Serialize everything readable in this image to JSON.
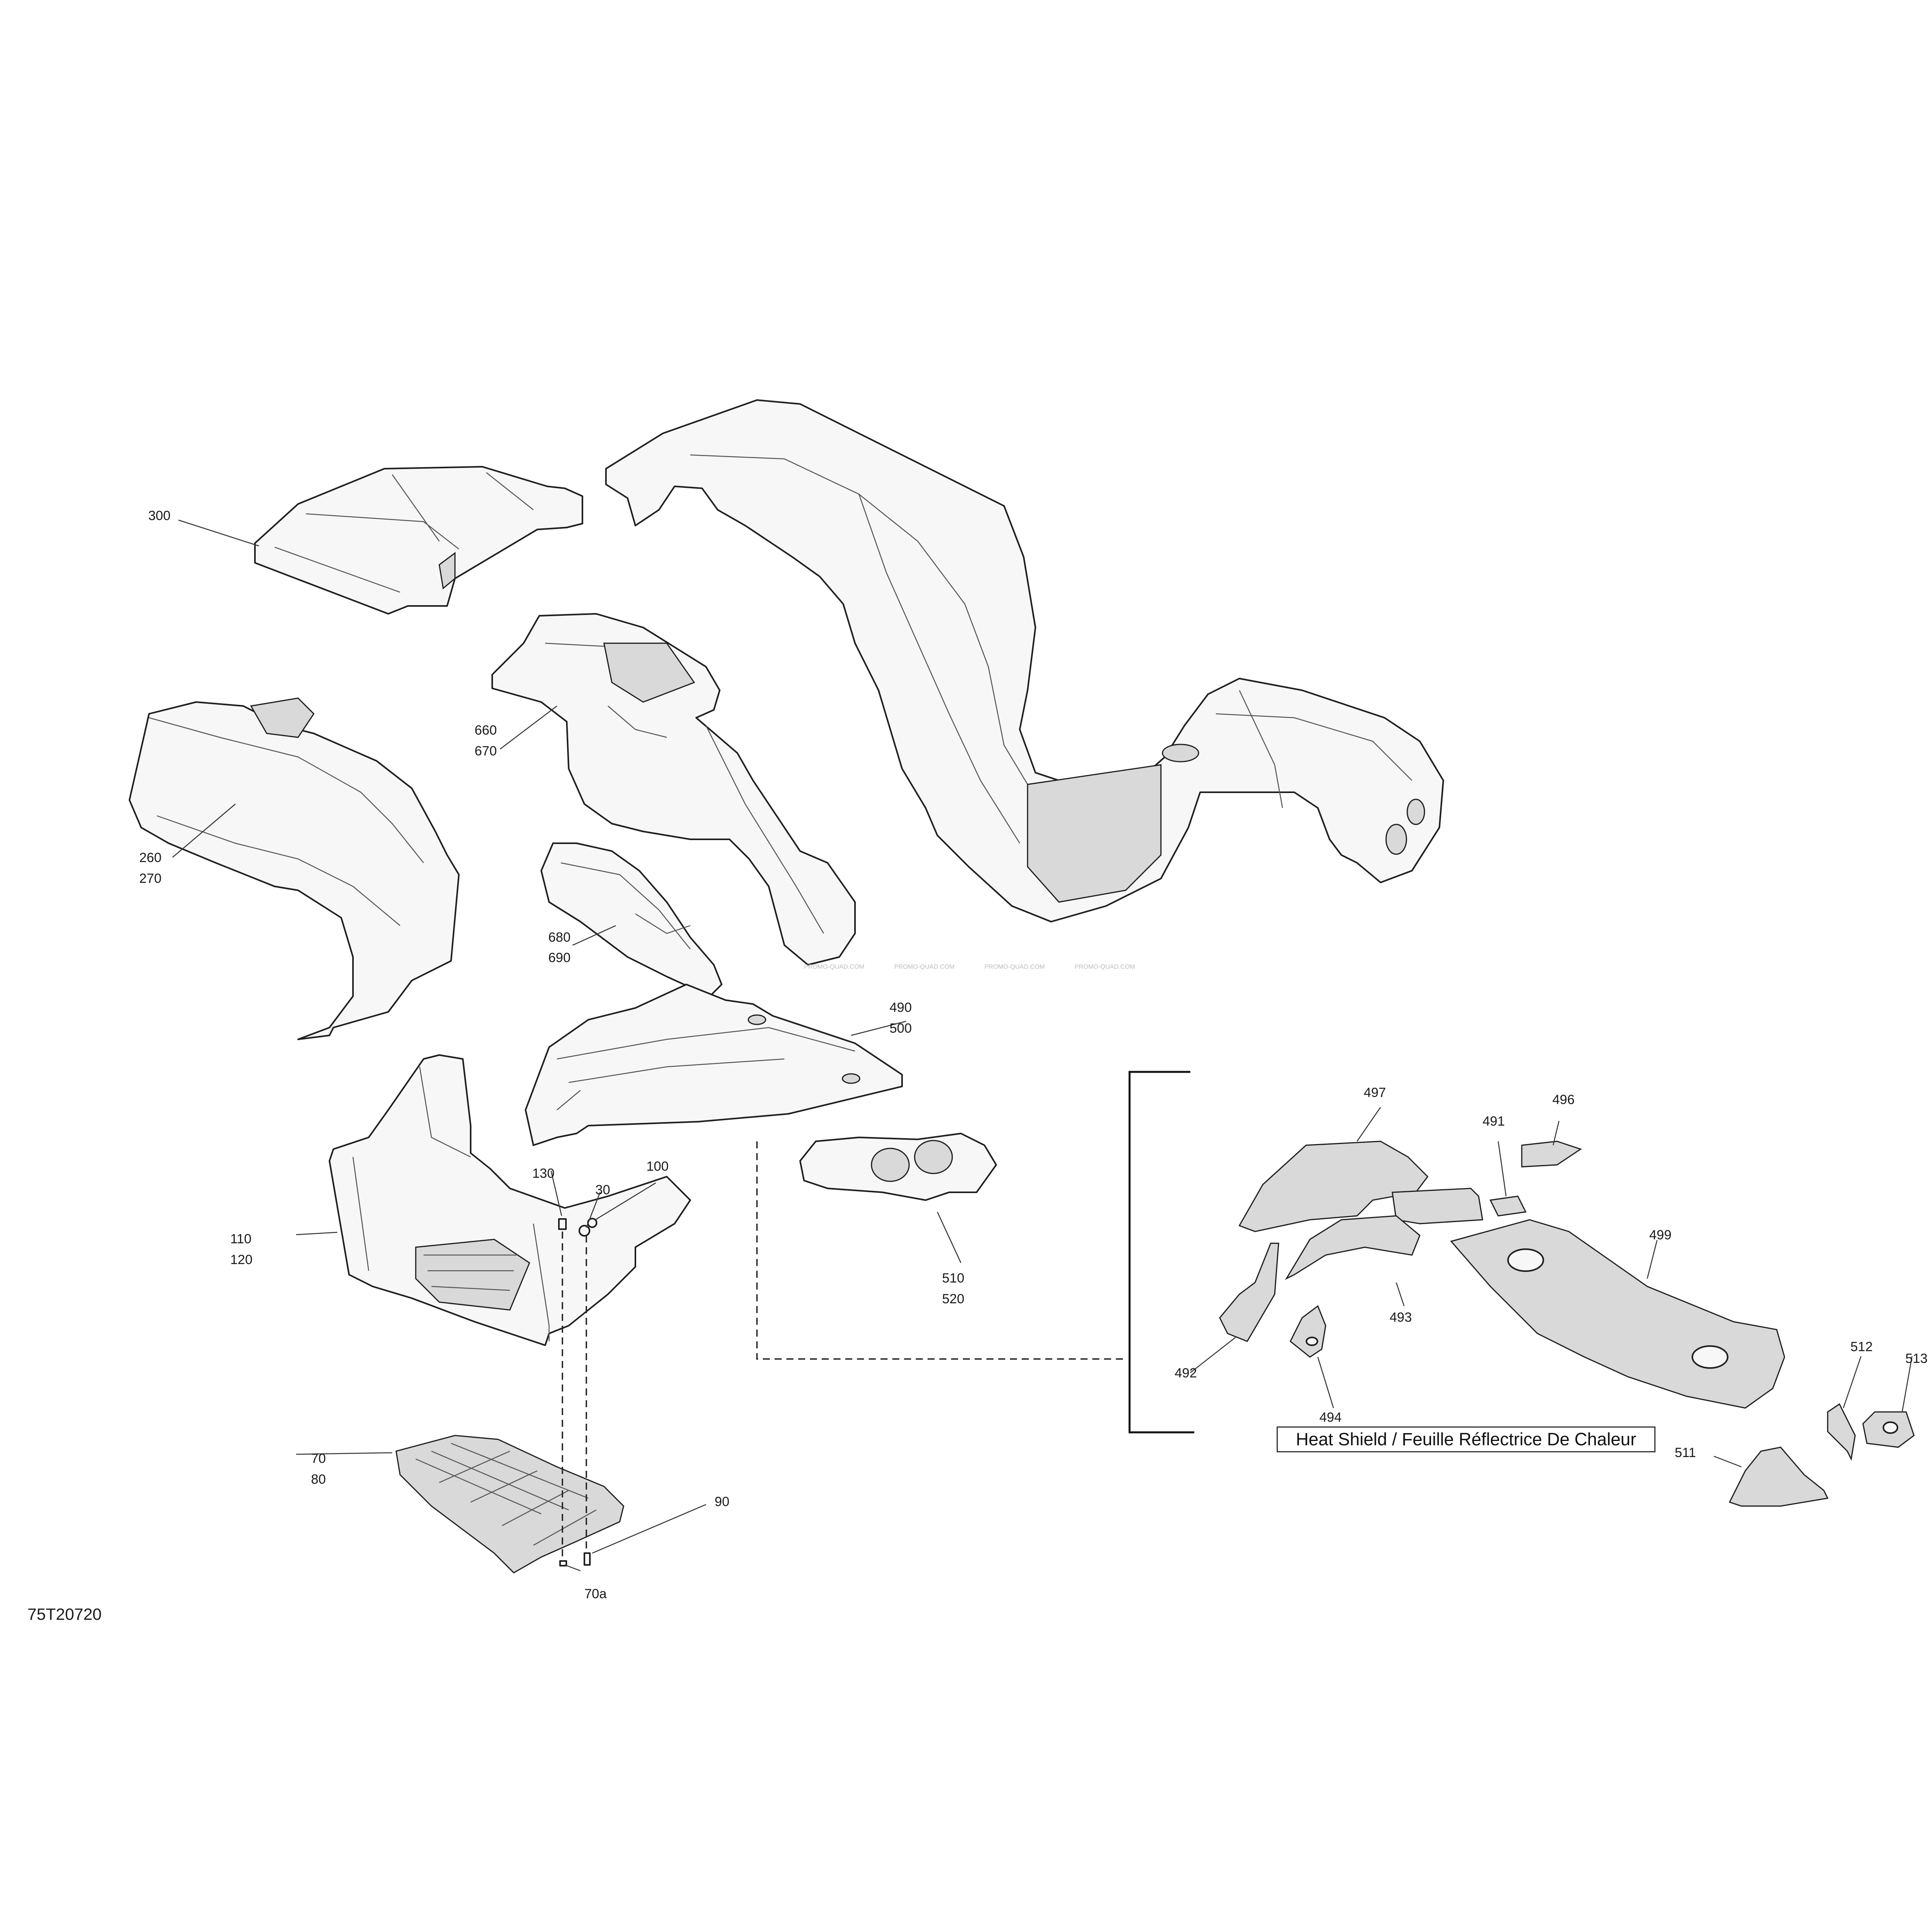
{
  "diagram_id": "75T20720",
  "heat_shield_caption": "Heat Shield / Feuille Réflectrice De Chaleur",
  "watermark": "PROMO-QUAD.COM",
  "callouts": {
    "p300": "300",
    "p660": "660",
    "p670": "670",
    "p260": "260",
    "p270": "270",
    "p680": "680",
    "p690": "690",
    "p490": "490",
    "p500": "500",
    "p510": "510",
    "p520": "520",
    "p130": "130",
    "p30": "30",
    "p100": "100",
    "p110": "110",
    "p120": "120",
    "p70": "70",
    "p80": "80",
    "p90": "90",
    "p70a": "70a",
    "p497": "497",
    "p491": "491",
    "p496": "496",
    "p499": "499",
    "p493": "493",
    "p492": "492",
    "p494": "494",
    "p512": "512",
    "p513": "513",
    "p511": "511"
  }
}
